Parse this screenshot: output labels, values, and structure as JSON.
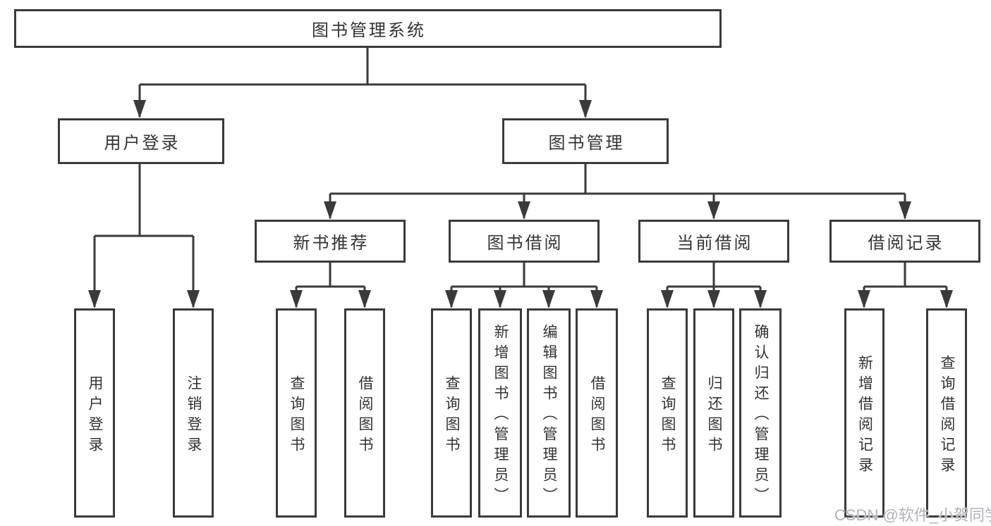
{
  "tree": {
    "root": {
      "label": "图书管理系统",
      "children": [
        {
          "label": "用户登录",
          "children": [
            {
              "label": "用户登录"
            },
            {
              "label": "注销登录"
            }
          ]
        },
        {
          "label": "图书管理",
          "children": [
            {
              "label": "新书推荐",
              "children": [
                {
                  "label": "查询图书"
                },
                {
                  "label": "借阅图书"
                }
              ]
            },
            {
              "label": "图书借阅",
              "children": [
                {
                  "label": "查询图书"
                },
                {
                  "label": "新增图书（管理员）"
                },
                {
                  "label": "编辑图书（管理员）"
                },
                {
                  "label": "借阅图书"
                }
              ]
            },
            {
              "label": "当前借阅",
              "children": [
                {
                  "label": "查询图书"
                },
                {
                  "label": "归还图书"
                },
                {
                  "label": "确认归还（管理员）"
                }
              ]
            },
            {
              "label": "借阅记录",
              "children": [
                {
                  "label": "新增借阅记录"
                },
                {
                  "label": "查询借阅记录"
                }
              ]
            }
          ]
        }
      ]
    }
  },
  "watermark": {
    "text": "CSDN @软件_小贺同学"
  },
  "colors": {
    "line": "#3a3a3a",
    "box_border": "#3a3a3a",
    "text": "#333333",
    "watermark": "#b2b2b8",
    "background": "#ffffff"
  }
}
